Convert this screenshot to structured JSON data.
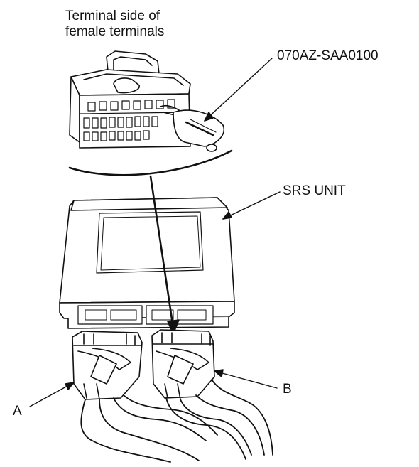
{
  "labels": {
    "terminal_side_line1": "Terminal side of",
    "terminal_side_line2": "female terminals",
    "tool_part_number": "070AZ-SAA0100",
    "srs_unit": "SRS UNIT",
    "connector_a": "A",
    "connector_b": "B"
  },
  "colors": {
    "ink": "#111111",
    "paper": "#ffffff",
    "shade": "#d9d9d9"
  }
}
